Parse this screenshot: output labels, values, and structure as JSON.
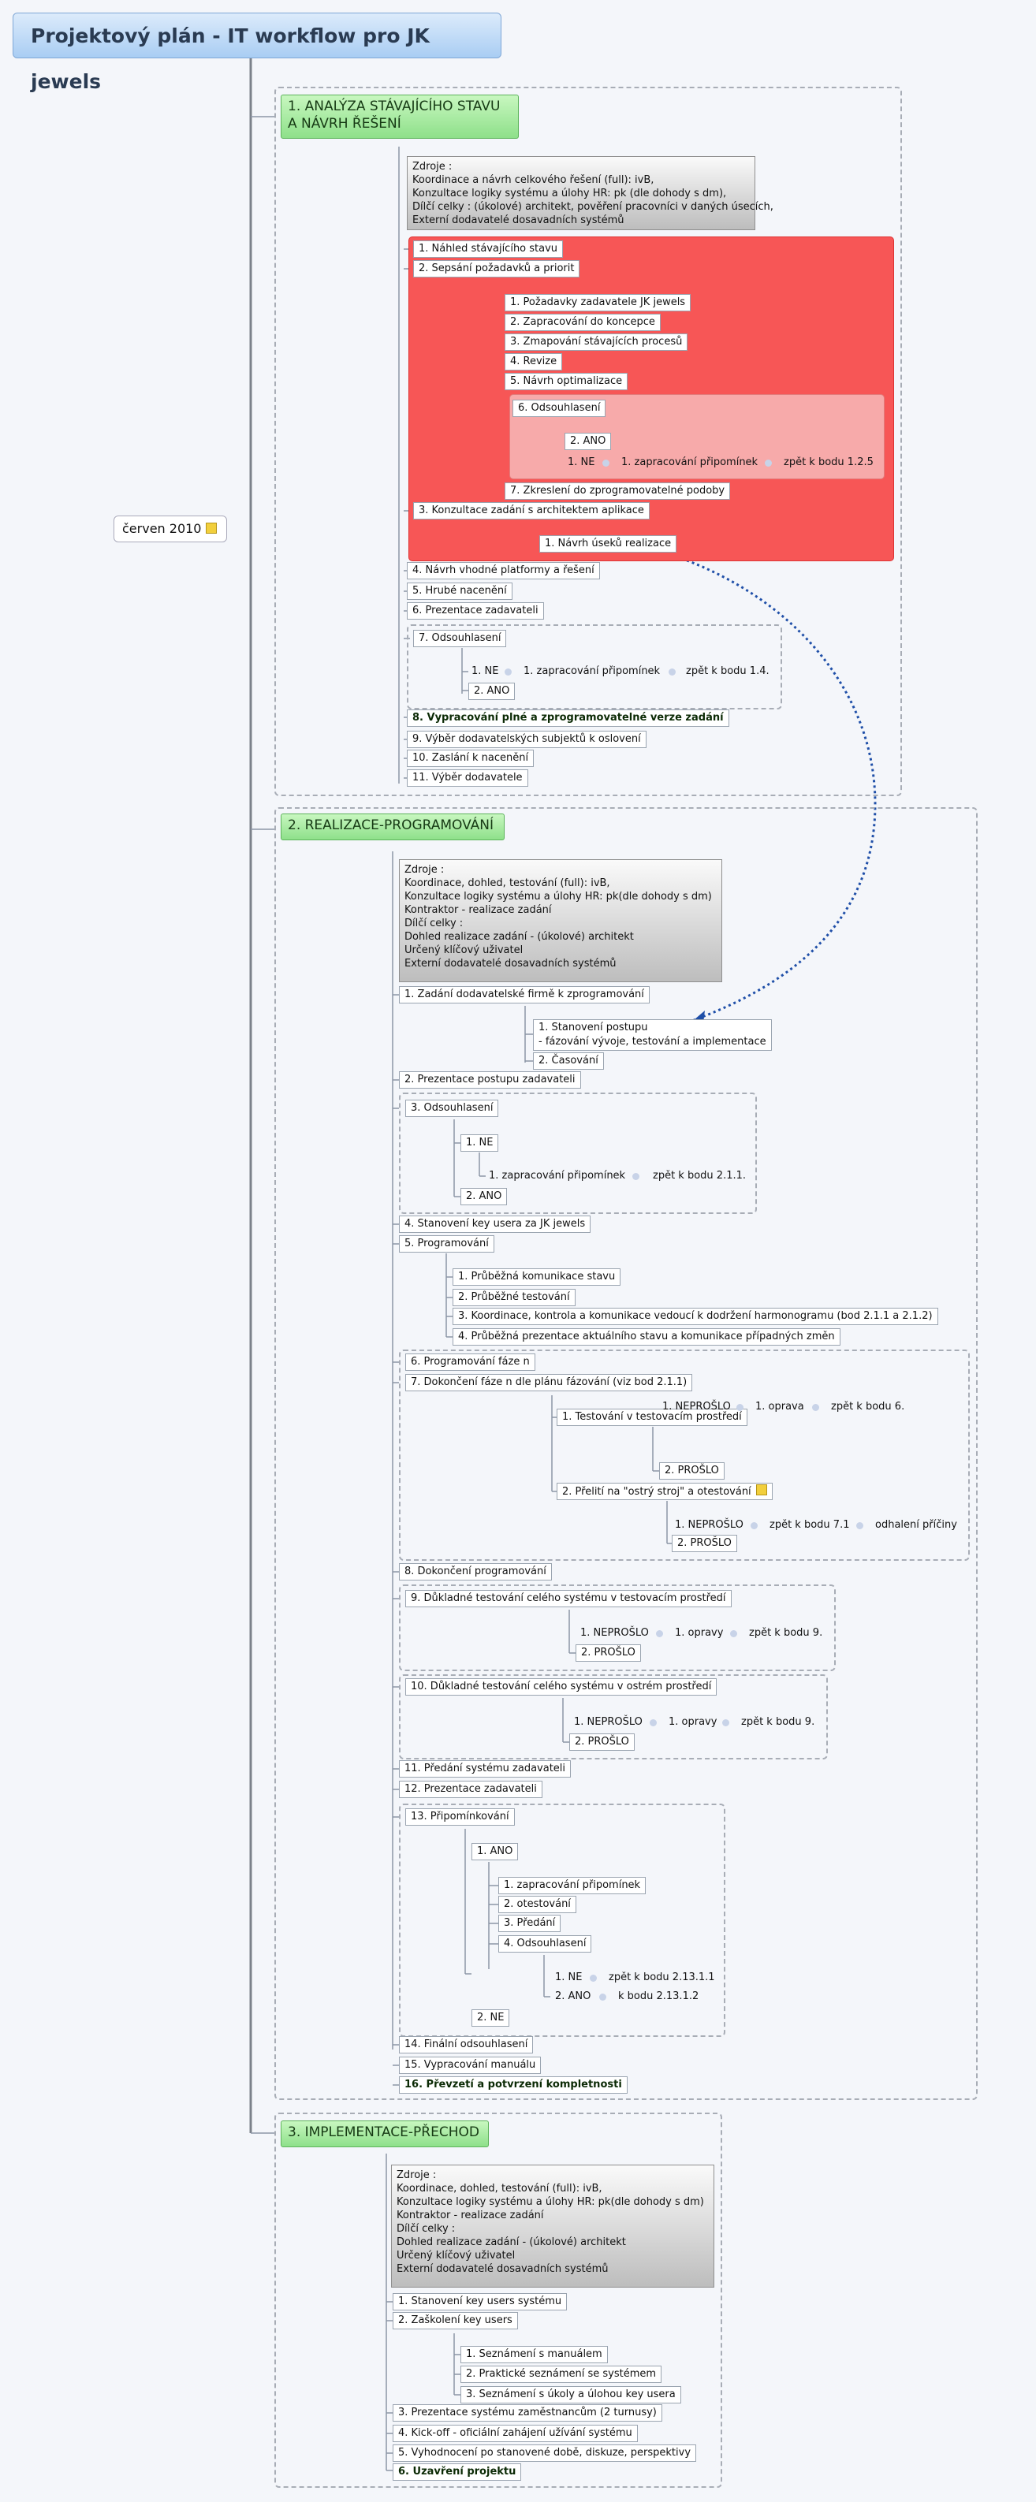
{
  "title": "Projektový plán - IT workflow pro JK jewels",
  "date_node": "červen 2010",
  "sections": {
    "s1": "1. ANALÝZA STÁVAJÍCÍHO STAVU\nA NÁVRH ŘEŠENÍ",
    "s2": "2. REALIZACE-PROGRAMOVÁNÍ",
    "s3": "3. IMPLEMENTACE-PŘECHOD"
  },
  "sources": {
    "s1": "Zdroje :\nKoordinace a návrh celkového řešení (full): ivB,\nKonzultace logiky systému a úlohy HR: pk (dle dohody s dm),\nDílčí celky : (úkolové) architekt, pověření pracovníci v daných úsecích,\nExterní dodavatelé dosavadních systémů",
    "s2": "Zdroje :\nKoordinace, dohled, testování (full): ivB,\nKonzultace logiky systému a úlohy HR: pk(dle dohody s dm)\nKontraktor - realizace zadání\nDílčí celky :\nDohled realizace zadání - (úkolové) architekt\nUrčený klíčový uživatel\nExterní dodavatelé dosavadních systémů",
    "s3": "Zdroje :\nKoordinace, dohled, testování (full): ivB,\nKonzultace logiky systému a úlohy HR: pk(dle dohody s dm)\nKontraktor - realizace zadání\nDílčí celky :\nDohled realizace zadání - (úkolové) architekt\nUrčený klíčový uživatel\nExterní dodavatelé dosavadních systémů"
  },
  "nodes": {
    "a1": "1. Náhled stávajícího stavu",
    "a2": "2. Sepsání požadavků a priorit",
    "a2_1": "1. Požadavky zadavatele JK jewels",
    "a2_2": "2. Zapracování do koncepce",
    "a2_3": "3. Zmapování stávajících procesů",
    "a2_4": "4. Revize",
    "a2_5": "5. Návrh optimalizace",
    "a2_6": "6. Odsouhlasení",
    "a2_6_ano": "2. ANO",
    "a2_6_ne": "1. NE",
    "a2_6_ne_1": "1. zapracování připomínek",
    "a2_6_ne_2": "zpět k bodu 1.2.5",
    "a2_7": "7. Zkreslení do zprogramovatelné podoby",
    "a3": "3. Konzultace zadání s architektem aplikace",
    "a3_1": "1. Návrh úseků realizace",
    "a4": "4. Návrh vhodné platformy a řešení",
    "a5": "5. Hrubé nacenění",
    "a6": "6. Prezentace zadavateli",
    "a7": "7. Odsouhlasení",
    "a7_ne": "1. NE",
    "a7_ne_1": "1. zapracování připomínek",
    "a7_ne_2": "zpět k bodu 1.4.",
    "a7_ano": "2. ANO",
    "a8": "8. Vypracování plné a zprogramovatelné verze zadání",
    "a9": "9. Výběr dodavatelských subjektů k oslovení",
    "a10": "10. Zaslání k nacenění",
    "a11": "11. Výběr dodavatele",
    "b1": "1. Zadání dodavatelské firmě k zprogramování",
    "b1_1": "1. Stanovení postupu\n- fázování vývoje, testování a implementace",
    "b1_2": "2. Časování",
    "b2": "2. Prezentace postupu zadavateli",
    "b3": "3. Odsouhlasení",
    "b3_ne": "1. NE",
    "b3_ne_1": "1. zapracování připomínek",
    "b3_ne_2": "zpět k bodu 2.1.1.",
    "b3_ano": "2. ANO",
    "b4": "4. Stanovení key usera za JK jewels",
    "b5": "5. Programování",
    "b5_1": "1. Průběžná komunikace stavu",
    "b5_2": "2. Průběžné testování",
    "b5_3": "3. Koordinace, kontrola a komunikace vedoucí k dodržení harmonogramu (bod 2.1.1 a 2.1.2)",
    "b5_4": "4. Průběžná prezentace aktuálního stavu a komunikace případných změn",
    "b6": "6. Programování fáze n",
    "b7": "7. Dokončení fáze n dle plánu fázování (viz bod 2.1.1)",
    "b7_1": "1. Testování v testovacím prostředí",
    "b7_1_ne": "1. NEPROŠLO",
    "b7_1_ne_1": "1. oprava",
    "b7_1_ne_2": "zpět k bodu 6.",
    "b7_1_ok": "2. PROŠLO",
    "b7_2": "2. Přelití na \"ostrý stroj\" a otestování",
    "b7_2_ne": "1. NEPROŠLO",
    "b7_2_ne_1": "zpět k bodu 7.1",
    "b7_2_ne_2": "odhalení příčiny",
    "b7_2_ok": "2. PROŠLO",
    "b8": "8. Dokončení programování",
    "b9": "9. Důkladné testování celého systému v testovacím prostředí",
    "b9_ne": "1. NEPROŠLO",
    "b9_ne_1": "1. opravy",
    "b9_ne_2": "zpět k bodu 9.",
    "b9_ok": "2. PROŠLO",
    "b10": "10. Důkladné testování celého systému v ostrém prostředí",
    "b10_ne": "1. NEPROŠLO",
    "b10_ne_1": "1. opravy",
    "b10_ne_2": "zpět k bodu 9.",
    "b10_ok": "2. PROŠLO",
    "b11": "11. Předání systému zadavateli",
    "b12": "12. Prezentace zadavateli",
    "b13": "13. Připomínkování",
    "b13_ano": "1. ANO",
    "b13_ano_1": "1. zapracování připomínek",
    "b13_ano_2": "2. otestování",
    "b13_ano_3": "3. Předání",
    "b13_ano_4": "4. Odsouhlasení",
    "b13_ano_4_ne": "1. NE",
    "b13_ano_4_ne_1": "zpět k bodu 2.13.1.1",
    "b13_ano_4_ano": "2. ANO",
    "b13_ano_4_ano_1": "k bodu 2.13.1.2",
    "b13_ne": "2. NE",
    "b14": "14. Finální odsouhlasení",
    "b15": "15. Vypracování manuálu",
    "b16": "16. Převzetí a potvrzení kompletnosti",
    "c1": "1. Stanovení key users systému",
    "c2": "2. Zaškolení key users",
    "c2_1": "1. Seznámení s manuálem",
    "c2_2": "2. Praktické seznámení se systémem",
    "c2_3": "3. Seznámení s úkoly a úlohou key usera",
    "c3": "3. Prezentace systému zaměstnancům (2 turnusy)",
    "c4": "4. Kick-off - oficiální zahájení užívání systému",
    "c5": "5. Vyhodnocení po stanovené době, diskuze, perspektivy",
    "c6": "6. Uzavření projektu"
  }
}
